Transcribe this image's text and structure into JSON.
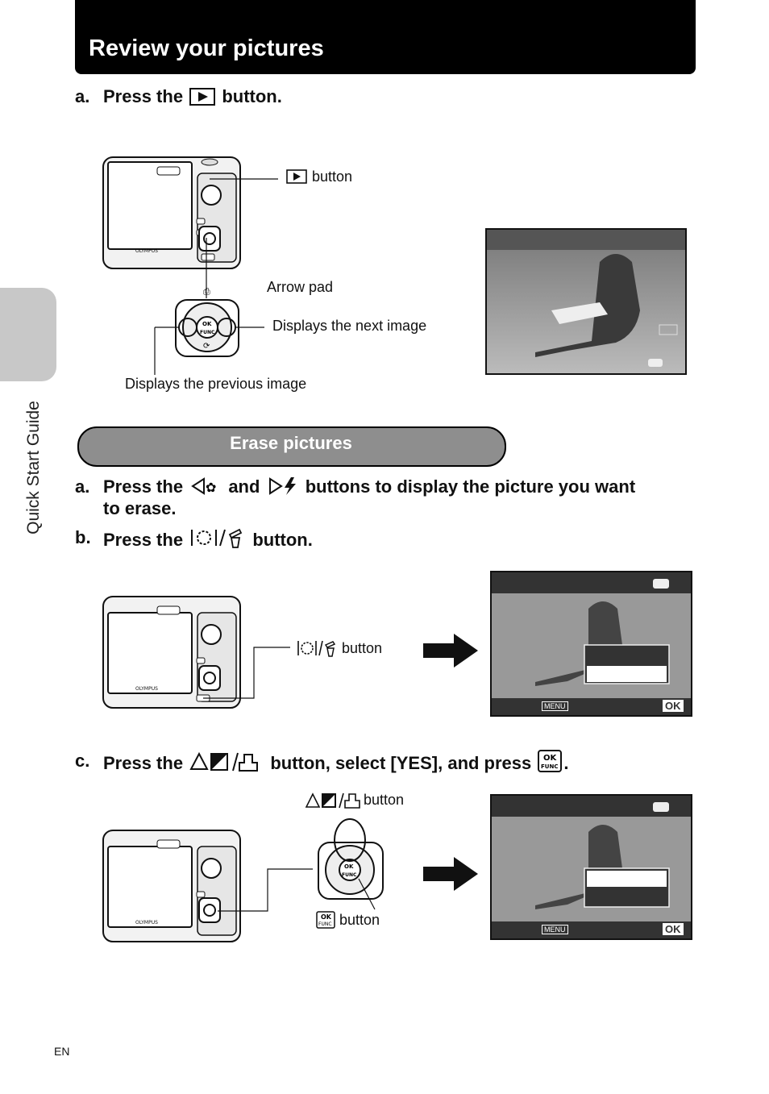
{
  "header": {
    "title": "Review your pictures"
  },
  "sidebar": {
    "label": "Quick Start Guide"
  },
  "review": {
    "step_a": {
      "label": "a.",
      "before": "Press the",
      "after": "button."
    },
    "callouts": {
      "play_button": "button",
      "arrow_pad": "Arrow pad",
      "next_image": "Displays the next image",
      "previous_image": "Displays the previous image"
    }
  },
  "erase": {
    "section_title": "Erase pictures",
    "step_a": {
      "label": "a.",
      "p1": "Press the",
      "p2": "and",
      "p3": "buttons to display the picture you want",
      "p4": "to erase."
    },
    "step_b": {
      "label": "b.",
      "before": "Press the",
      "after": "button."
    },
    "step_b_callout": "button",
    "step_c": {
      "label": "c.",
      "before": "Press the",
      "after": "button, select [YES], and press",
      "end": "."
    },
    "step_c_callouts": {
      "up_button": "button",
      "ok_button": "button"
    }
  },
  "icons": [
    "play-icon",
    "left-triangle-icon",
    "macro-icon",
    "right-triangle-icon",
    "flash-icon",
    "shake-reduction-icon",
    "trash-icon",
    "up-triangle-icon",
    "exposure-icon",
    "print-icon",
    "ok-func-icon",
    "arrow-right-icon"
  ],
  "screens": {
    "menu_label": "MENU",
    "ok_label": "OK"
  },
  "footer": {
    "lang": "EN"
  }
}
